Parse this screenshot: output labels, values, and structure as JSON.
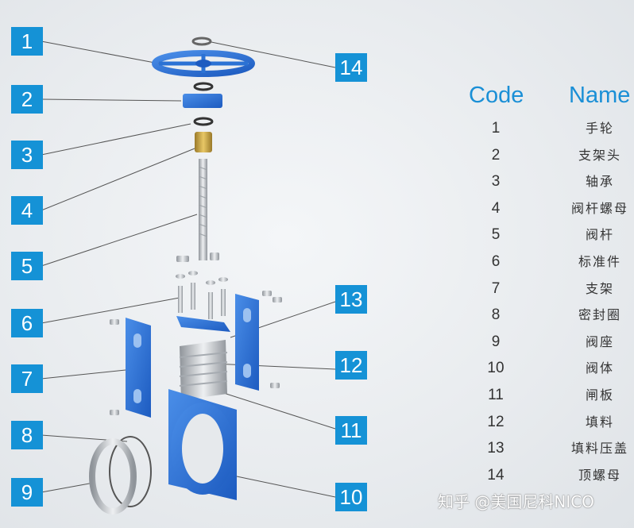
{
  "callouts": [
    "1",
    "2",
    "3",
    "4",
    "5",
    "6",
    "7",
    "8",
    "9",
    "10",
    "11",
    "12",
    "13",
    "14"
  ],
  "table": {
    "code_header": "Code",
    "name_header": "Name",
    "rows": [
      {
        "code": "1",
        "name": "手轮"
      },
      {
        "code": "2",
        "name": "支架头"
      },
      {
        "code": "3",
        "name": "轴承"
      },
      {
        "code": "4",
        "name": "阀杆螺母"
      },
      {
        "code": "5",
        "name": "阀杆"
      },
      {
        "code": "6",
        "name": "标准件"
      },
      {
        "code": "7",
        "name": "支架"
      },
      {
        "code": "8",
        "name": "密封圈"
      },
      {
        "code": "9",
        "name": "阀座"
      },
      {
        "code": "10",
        "name": "阀体"
      },
      {
        "code": "11",
        "name": "闸板"
      },
      {
        "code": "12",
        "name": "填料"
      },
      {
        "code": "13",
        "name": "填料压盖"
      },
      {
        "code": "14",
        "name": "顶螺母"
      }
    ]
  },
  "watermark": "知乎 @美国尼科NICO",
  "colors": {
    "badge": "#1592d6",
    "header": "#1a8fd6",
    "part_blue": "#2b72d4",
    "metal": "#c9ccd0"
  }
}
